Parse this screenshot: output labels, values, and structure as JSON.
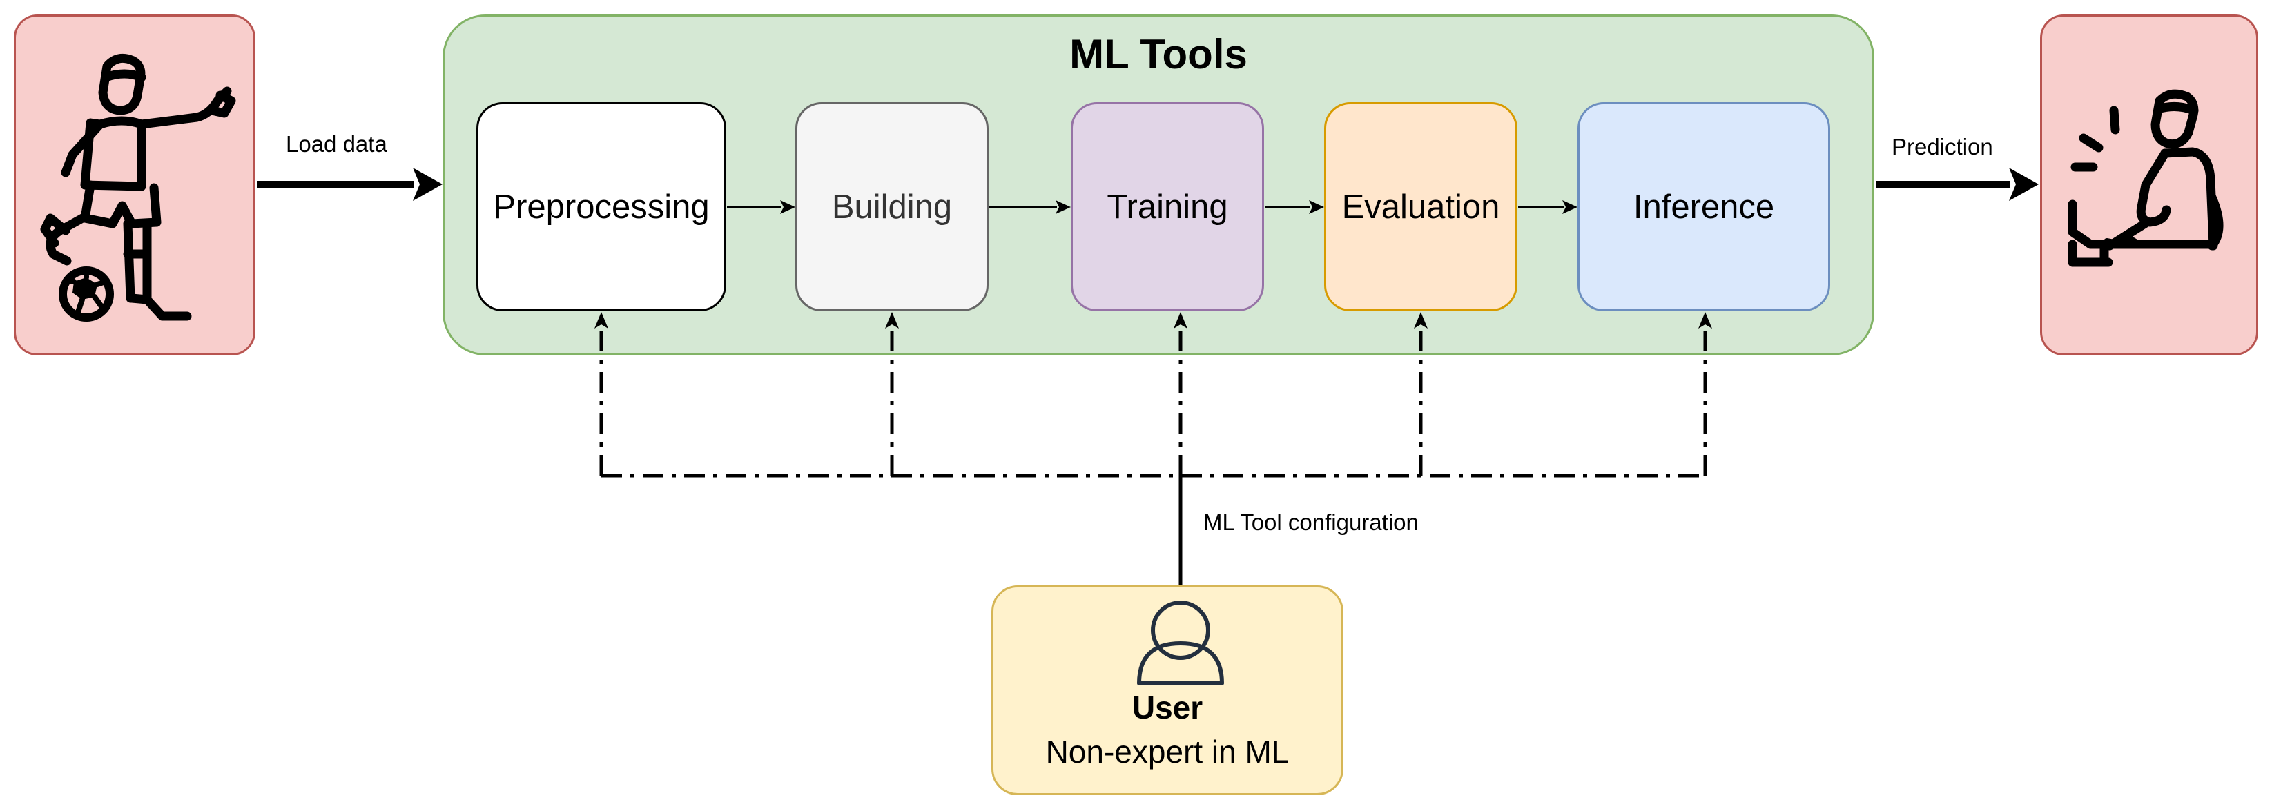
{
  "diagram": {
    "title": "ML Tools",
    "stages": [
      {
        "label": "Preprocessing"
      },
      {
        "label": "Building"
      },
      {
        "label": "Training"
      },
      {
        "label": "Evaluation"
      },
      {
        "label": "Inference"
      }
    ],
    "edges": {
      "load": "Load data",
      "prediction": "Prediction",
      "config": "ML Tool configuration"
    },
    "user": {
      "title": "User",
      "subtitle": "Non-expert in ML"
    },
    "icons": {
      "input": "soccer-player-kicking-icon",
      "output": "injured-player-icon",
      "user": "user-icon"
    },
    "colors": {
      "endpoint_fill": "#f8cecc",
      "container_fill": "#d5e8d4",
      "user_fill": "#fff2cc"
    }
  }
}
